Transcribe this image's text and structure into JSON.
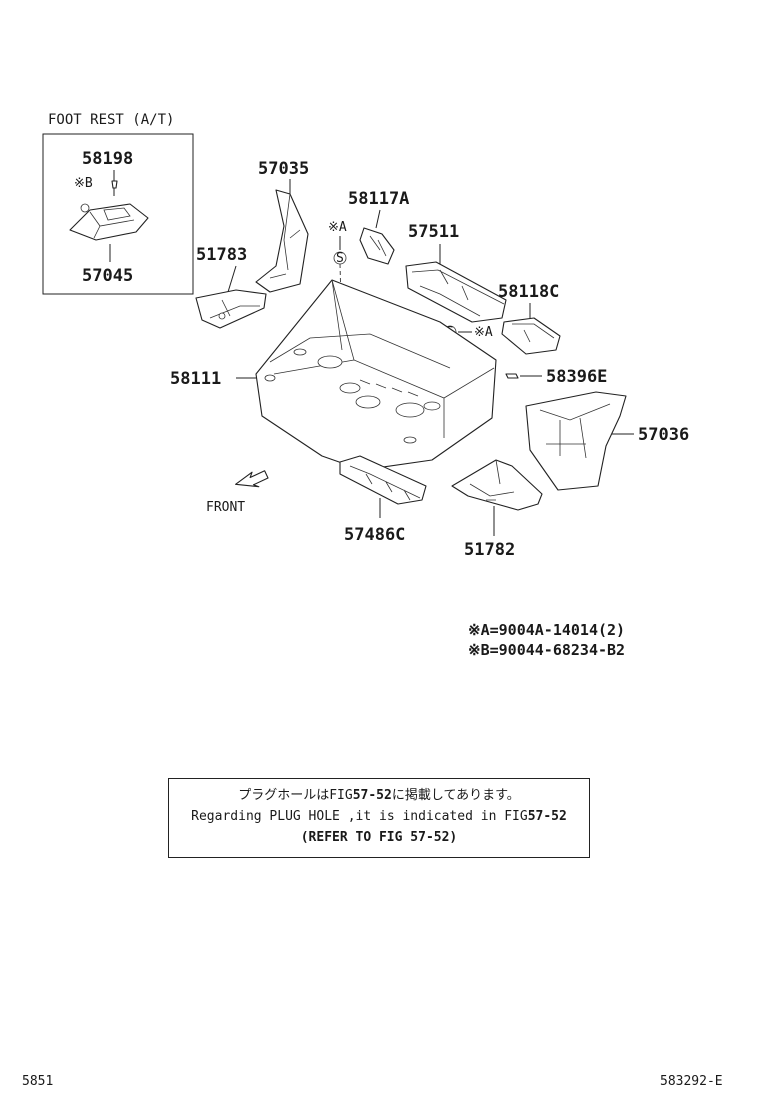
{
  "footrest": {
    "title": "FOOT REST (A/T)"
  },
  "parts": {
    "p58198": "58198",
    "p57045": "57045",
    "p57035": "57035",
    "p58117A": "58117A",
    "p57511": "57511",
    "p51783": "51783",
    "p58118C": "58118C",
    "p58111": "58111",
    "p58396E": "58396E",
    "p57036": "57036",
    "p57486C": "57486C",
    "p51782": "51782"
  },
  "marks": {
    "ref_a": "※A",
    "ref_b": "※B",
    "bolt_s": "S"
  },
  "front_label": "FRONT",
  "references": {
    "a": "※A=9004A-14014(2)",
    "b": "※B=90044-68234-B2"
  },
  "note": {
    "line1_pre": "プラグホールはFIG",
    "line1_fig": "57-52",
    "line1_post": "に掲載してあります。",
    "line2_pre": "Regarding PLUG HOLE ,it is indicated in FIG",
    "line2_fig": "57-52",
    "line3": "(REFER TO FIG 57-52)"
  },
  "footer": {
    "left": "5851",
    "right": "583292-E"
  }
}
